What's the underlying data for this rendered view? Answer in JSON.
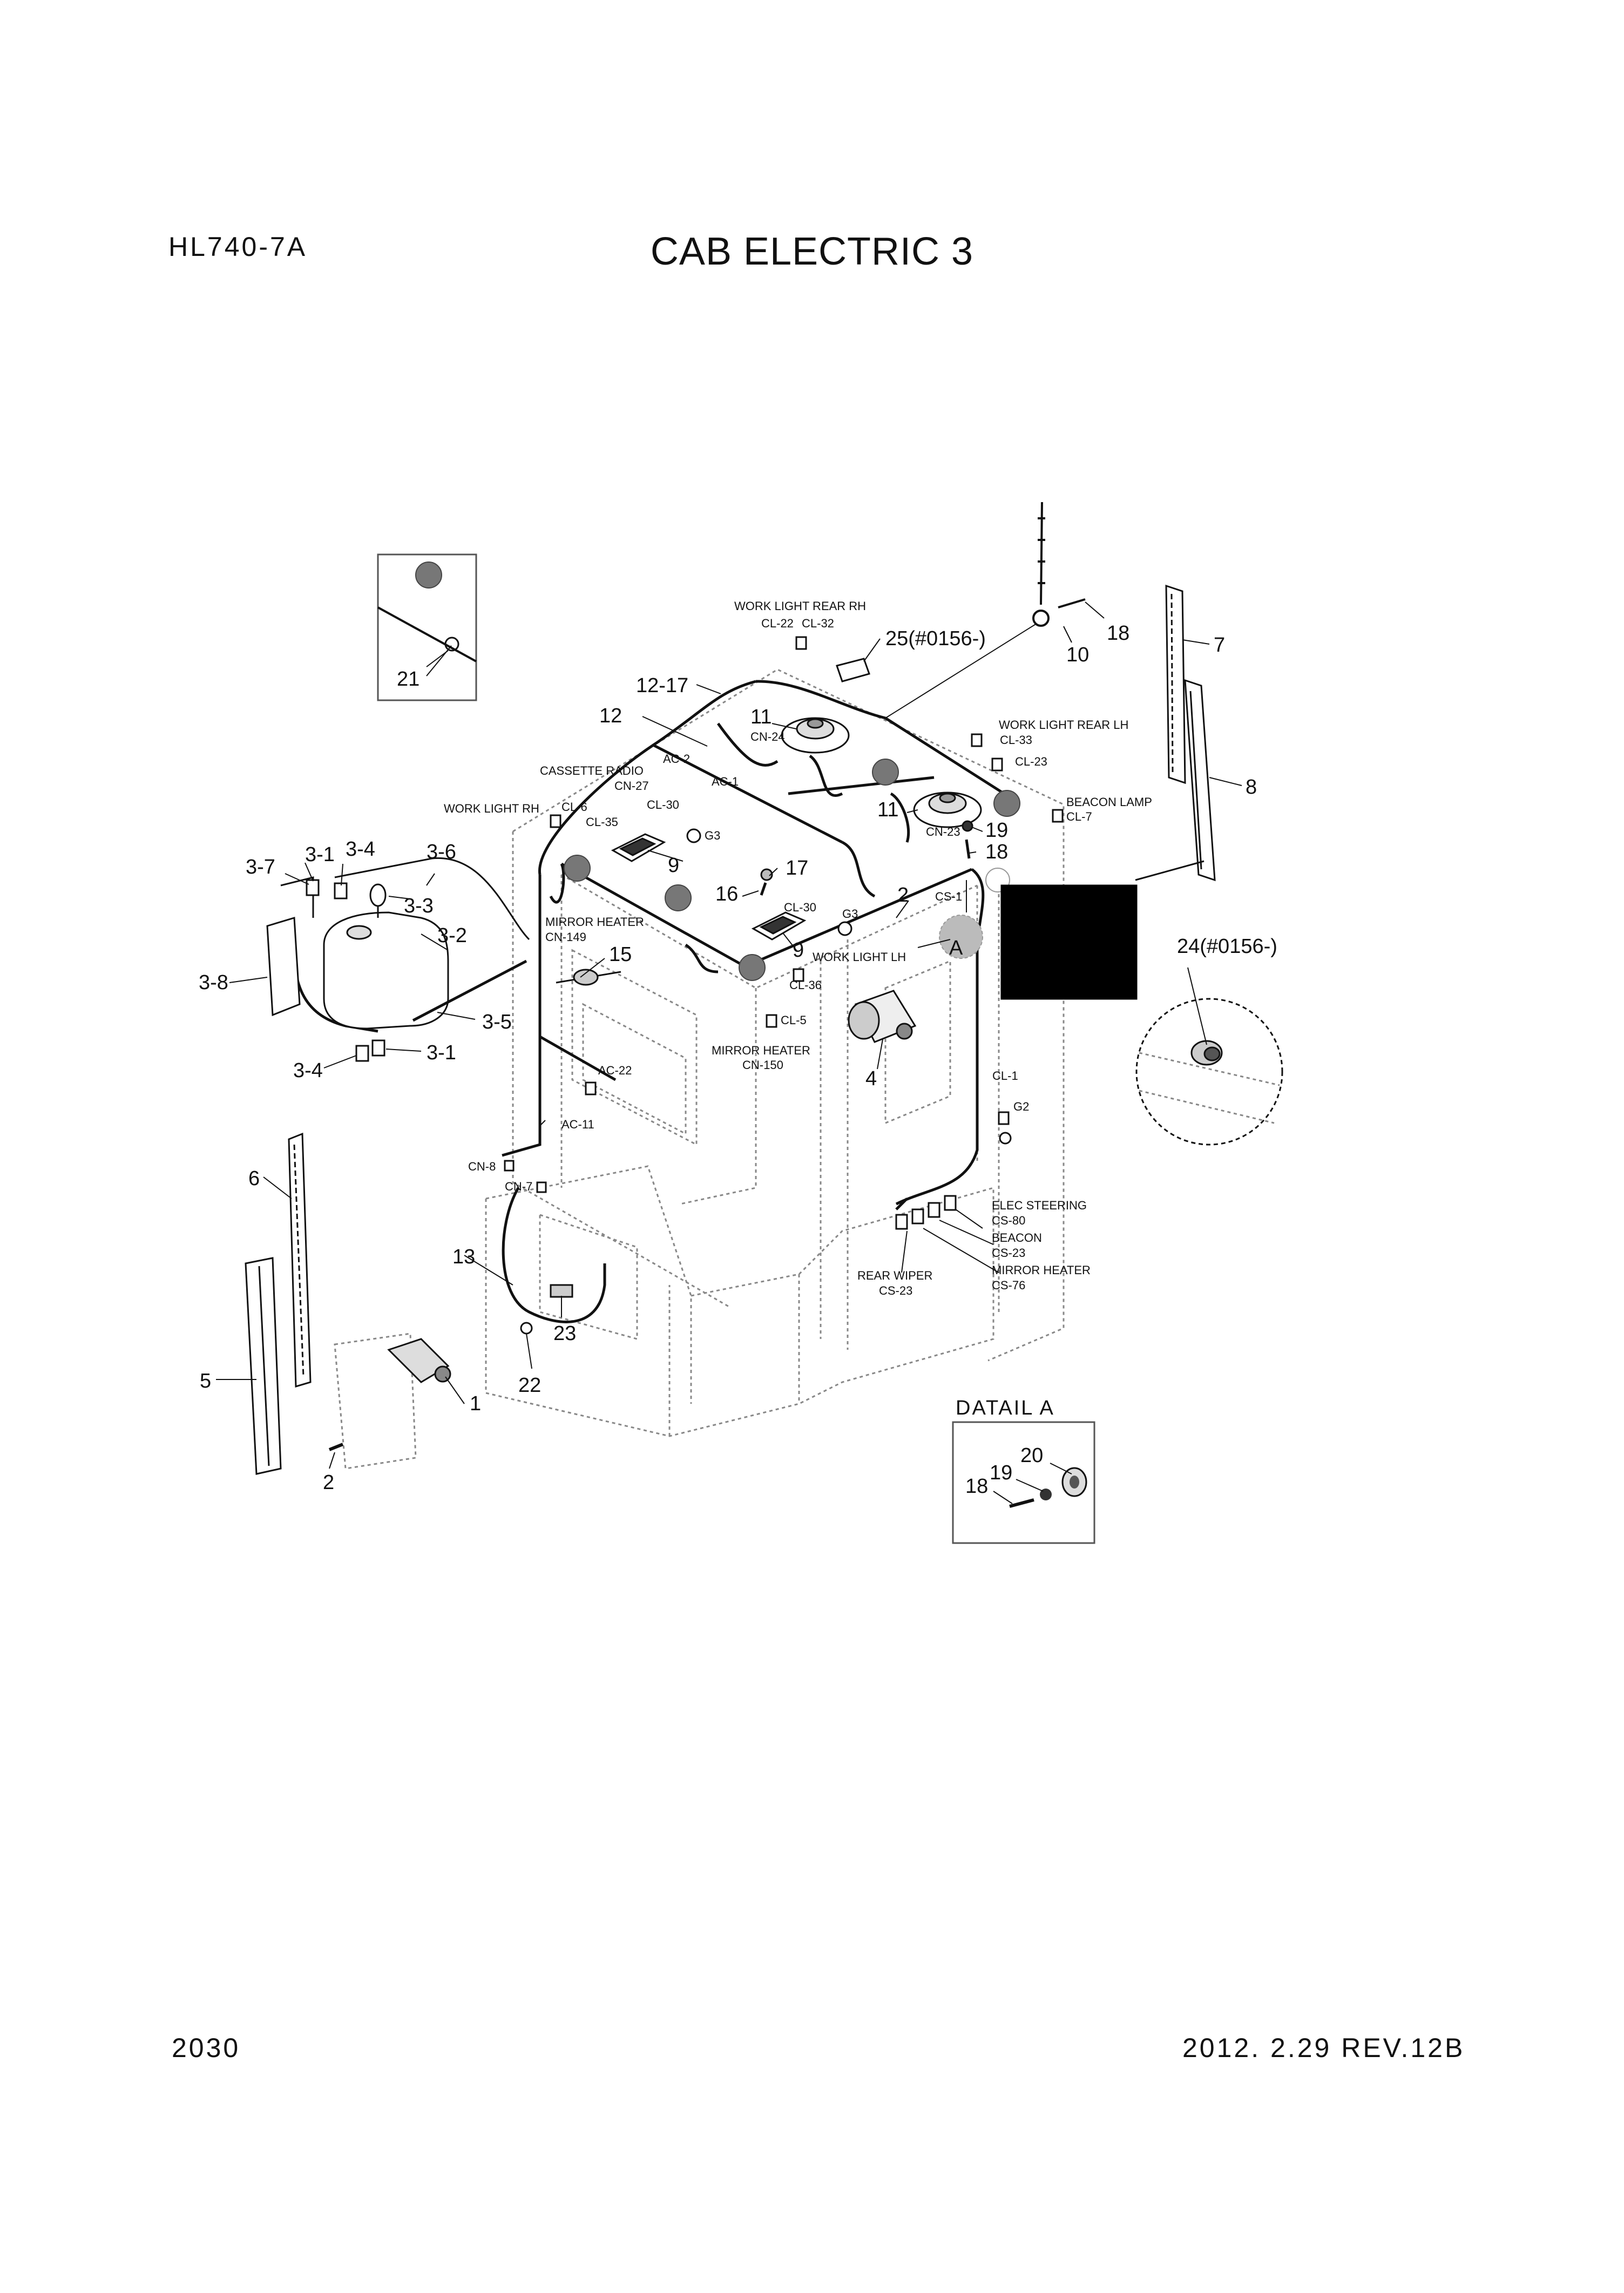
{
  "header": {
    "model": "HL740-7A",
    "title": "CAB ELECTRIC 3"
  },
  "footer": {
    "page_number": "2030",
    "revision": "2012. 2.29 REV.12B"
  },
  "part_labels": [
    {
      "id": "p21",
      "text": "21"
    },
    {
      "id": "p25",
      "text": "25(#0156-)"
    },
    {
      "id": "p10",
      "text": "10"
    },
    {
      "id": "p18a",
      "text": "18"
    },
    {
      "id": "p7",
      "text": "7"
    },
    {
      "id": "p8",
      "text": "8"
    },
    {
      "id": "p1217",
      "text": "12-17"
    },
    {
      "id": "p12",
      "text": "12"
    },
    {
      "id": "p11a",
      "text": "11"
    },
    {
      "id": "p11b",
      "text": "11"
    },
    {
      "id": "p19a",
      "text": "19"
    },
    {
      "id": "p18b",
      "text": "18"
    },
    {
      "id": "p9a",
      "text": "9"
    },
    {
      "id": "p17",
      "text": "17"
    },
    {
      "id": "p16",
      "text": "16"
    },
    {
      "id": "p9b",
      "text": "9"
    },
    {
      "id": "p2a",
      "text": "2"
    },
    {
      "id": "pA",
      "text": "A"
    },
    {
      "id": "p24",
      "text": "24(#0156-)"
    },
    {
      "id": "p15",
      "text": "15"
    },
    {
      "id": "p4",
      "text": "4"
    },
    {
      "id": "p37",
      "text": "3-7"
    },
    {
      "id": "p31a",
      "text": "3-1"
    },
    {
      "id": "p34a",
      "text": "3-4"
    },
    {
      "id": "p36",
      "text": "3-6"
    },
    {
      "id": "p33",
      "text": "3-3"
    },
    {
      "id": "p32",
      "text": "3-2"
    },
    {
      "id": "p38",
      "text": "3-8"
    },
    {
      "id": "p35",
      "text": "3-5"
    },
    {
      "id": "p31b",
      "text": "3-1"
    },
    {
      "id": "p34b",
      "text": "3-4"
    },
    {
      "id": "p6",
      "text": "6"
    },
    {
      "id": "p5",
      "text": "5"
    },
    {
      "id": "p13",
      "text": "13"
    },
    {
      "id": "p23",
      "text": "23"
    },
    {
      "id": "p22",
      "text": "22"
    },
    {
      "id": "p1",
      "text": "1"
    },
    {
      "id": "p2b",
      "text": "2"
    },
    {
      "id": "p20",
      "text": "20"
    },
    {
      "id": "p19b",
      "text": "19"
    },
    {
      "id": "p18c",
      "text": "18"
    }
  ],
  "connector_labels": [
    {
      "id": "wlrrh",
      "text": "WORK LIGHT REAR RH"
    },
    {
      "id": "cl22",
      "text": "CL-22"
    },
    {
      "id": "cl32",
      "text": "CL-32"
    },
    {
      "id": "wlrlh",
      "text": "WORK LIGHT REAR LH"
    },
    {
      "id": "cl33",
      "text": "CL-33"
    },
    {
      "id": "cl23",
      "text": "CL-23"
    },
    {
      "id": "beacon_lamp",
      "text": "BEACON LAMP"
    },
    {
      "id": "cl7",
      "text": "CL-7"
    },
    {
      "id": "cn24",
      "text": "CN-24"
    },
    {
      "id": "ac2",
      "text": "AC-2"
    },
    {
      "id": "ac1",
      "text": "AC-1"
    },
    {
      "id": "cassette",
      "text": "CASSETTE RADIO"
    },
    {
      "id": "cn27",
      "text": "CN-27"
    },
    {
      "id": "cl30a",
      "text": "CL-30"
    },
    {
      "id": "g3a",
      "text": "G3"
    },
    {
      "id": "wlrh",
      "text": "WORK LIGHT RH"
    },
    {
      "id": "cl6",
      "text": "CL-6"
    },
    {
      "id": "cl35",
      "text": "CL-35"
    },
    {
      "id": "cn23",
      "text": "CN-23"
    },
    {
      "id": "cl30b",
      "text": "CL-30"
    },
    {
      "id": "g3b",
      "text": "G3"
    },
    {
      "id": "cs1",
      "text": "CS-1"
    },
    {
      "id": "wllh",
      "text": "WORK LIGHT LH"
    },
    {
      "id": "mh1",
      "text": "MIRROR HEATER"
    },
    {
      "id": "cn149",
      "text": "CN-149"
    },
    {
      "id": "cl36",
      "text": "CL-36"
    },
    {
      "id": "cl5",
      "text": "CL-5"
    },
    {
      "id": "mh2",
      "text": "MIRROR HEATER"
    },
    {
      "id": "cn150",
      "text": "CN-150"
    },
    {
      "id": "ac22",
      "text": "AC-22"
    },
    {
      "id": "ac11",
      "text": "AC-11"
    },
    {
      "id": "cl1",
      "text": "CL-1"
    },
    {
      "id": "g2",
      "text": "G2"
    },
    {
      "id": "cn8",
      "text": "CN-8"
    },
    {
      "id": "cn7",
      "text": "CN-7"
    },
    {
      "id": "elec_steer",
      "text": "ELEC STEERING"
    },
    {
      "id": "cs80",
      "text": "CS-80"
    },
    {
      "id": "beacon",
      "text": "BEACON"
    },
    {
      "id": "cs23a",
      "text": "CS-23"
    },
    {
      "id": "mh3",
      "text": "MIRROR HEATER"
    },
    {
      "id": "cs76",
      "text": "CS-76"
    },
    {
      "id": "rear_wiper",
      "text": "REAR WIPER"
    },
    {
      "id": "cs23b",
      "text": "CS-23"
    }
  ],
  "detail": {
    "label": "DATAIL A"
  }
}
